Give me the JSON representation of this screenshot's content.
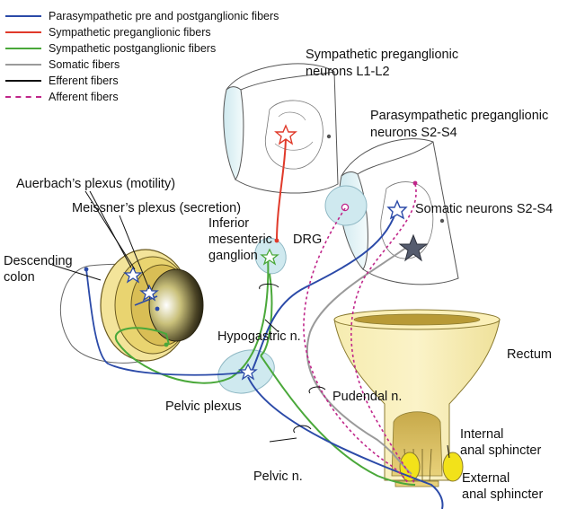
{
  "legend": [
    {
      "label": "Parasympathetic pre and postganglionic fibers",
      "color": "#2b4aa8",
      "style": "solid"
    },
    {
      "label": "Sympathetic preganglionic fibers",
      "color": "#e03a2a",
      "style": "solid"
    },
    {
      "label": "Sympathetic postganglionic fibers",
      "color": "#4aa83a",
      "style": "solid"
    },
    {
      "label": "Somatic fibers",
      "color": "#9a9a9a",
      "style": "solid"
    },
    {
      "label": "Efferent fibers",
      "color": "#111111",
      "style": "solid"
    },
    {
      "label": "Afferent fibers",
      "color": "#c0268a",
      "style": "dashed"
    }
  ],
  "labels": {
    "symp_neurons_1": "Sympathetic preganglionic",
    "symp_neurons_2": "neurons L1-L2",
    "para_neurons_1": "Parasympathetic preganglionic",
    "para_neurons_2": "neurons S2-S4",
    "auerbach": "Auerbach’s plexus (motility)",
    "meissner": "Meissner’s plexus (secretion)",
    "inferior_1": "Inferior",
    "inferior_2": "mesenteric",
    "inferior_3": "ganglion",
    "drg": "DRG",
    "somatic_neurons": "Somatic neurons S2-S4",
    "descending_1": "Descending",
    "descending_2": "colon",
    "hypogastric": "Hypogastric n.",
    "rectum": "Rectum",
    "pudendal": "Pudendal n.",
    "pelvic_plexus": "Pelvic plexus",
    "internal_1": "Internal",
    "internal_2": "anal sphincter",
    "external_1": "External",
    "external_2": "anal sphincter",
    "pelvic_n": "Pelvic n."
  },
  "colors": {
    "parasympathetic": "#2b4aa8",
    "sympathetic_pre": "#e03a2a",
    "sympathetic_post": "#4aa83a",
    "somatic": "#9a9a9a",
    "afferent": "#c0268a",
    "ganglion_fill": "#cfe9ef",
    "colon_fill": "#f3e49a",
    "sphincter_fill": "#f2e21a"
  }
}
